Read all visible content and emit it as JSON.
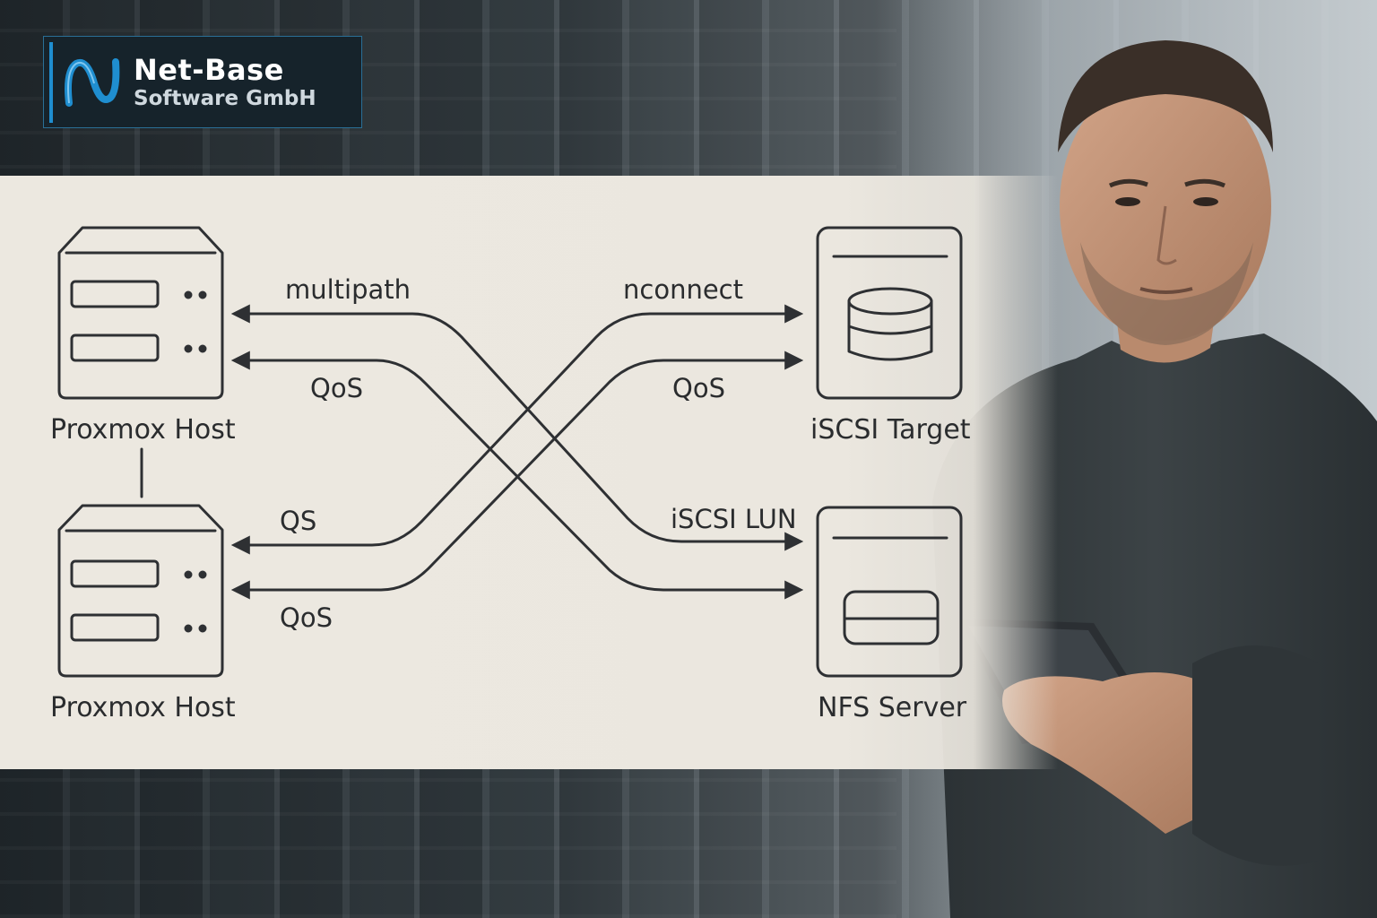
{
  "logo": {
    "line1": "Net-Base",
    "line2": "Software GmbH",
    "colors": {
      "accent": "#1f8ed0",
      "background": "#16232b"
    }
  },
  "diagram": {
    "nodes": [
      {
        "id": "host-top",
        "label": "Proxmox Host",
        "icon": "server-icon"
      },
      {
        "id": "host-bottom",
        "label": "Proxmox Host",
        "icon": "server-icon"
      },
      {
        "id": "iscsi-target",
        "label": "iSCSI Target",
        "icon": "storage-icon"
      },
      {
        "id": "nfs-server",
        "label": "NFS Server",
        "icon": "storage-icon"
      }
    ],
    "edge_labels": {
      "multipath": "multipath",
      "qos_top_left": "QoS",
      "nconnect": "nconnect",
      "qos_top_right": "QoS",
      "qs": "QS",
      "qos_bottom_left": "QoS",
      "iscsi_lun": "iSCSI LUN"
    }
  }
}
